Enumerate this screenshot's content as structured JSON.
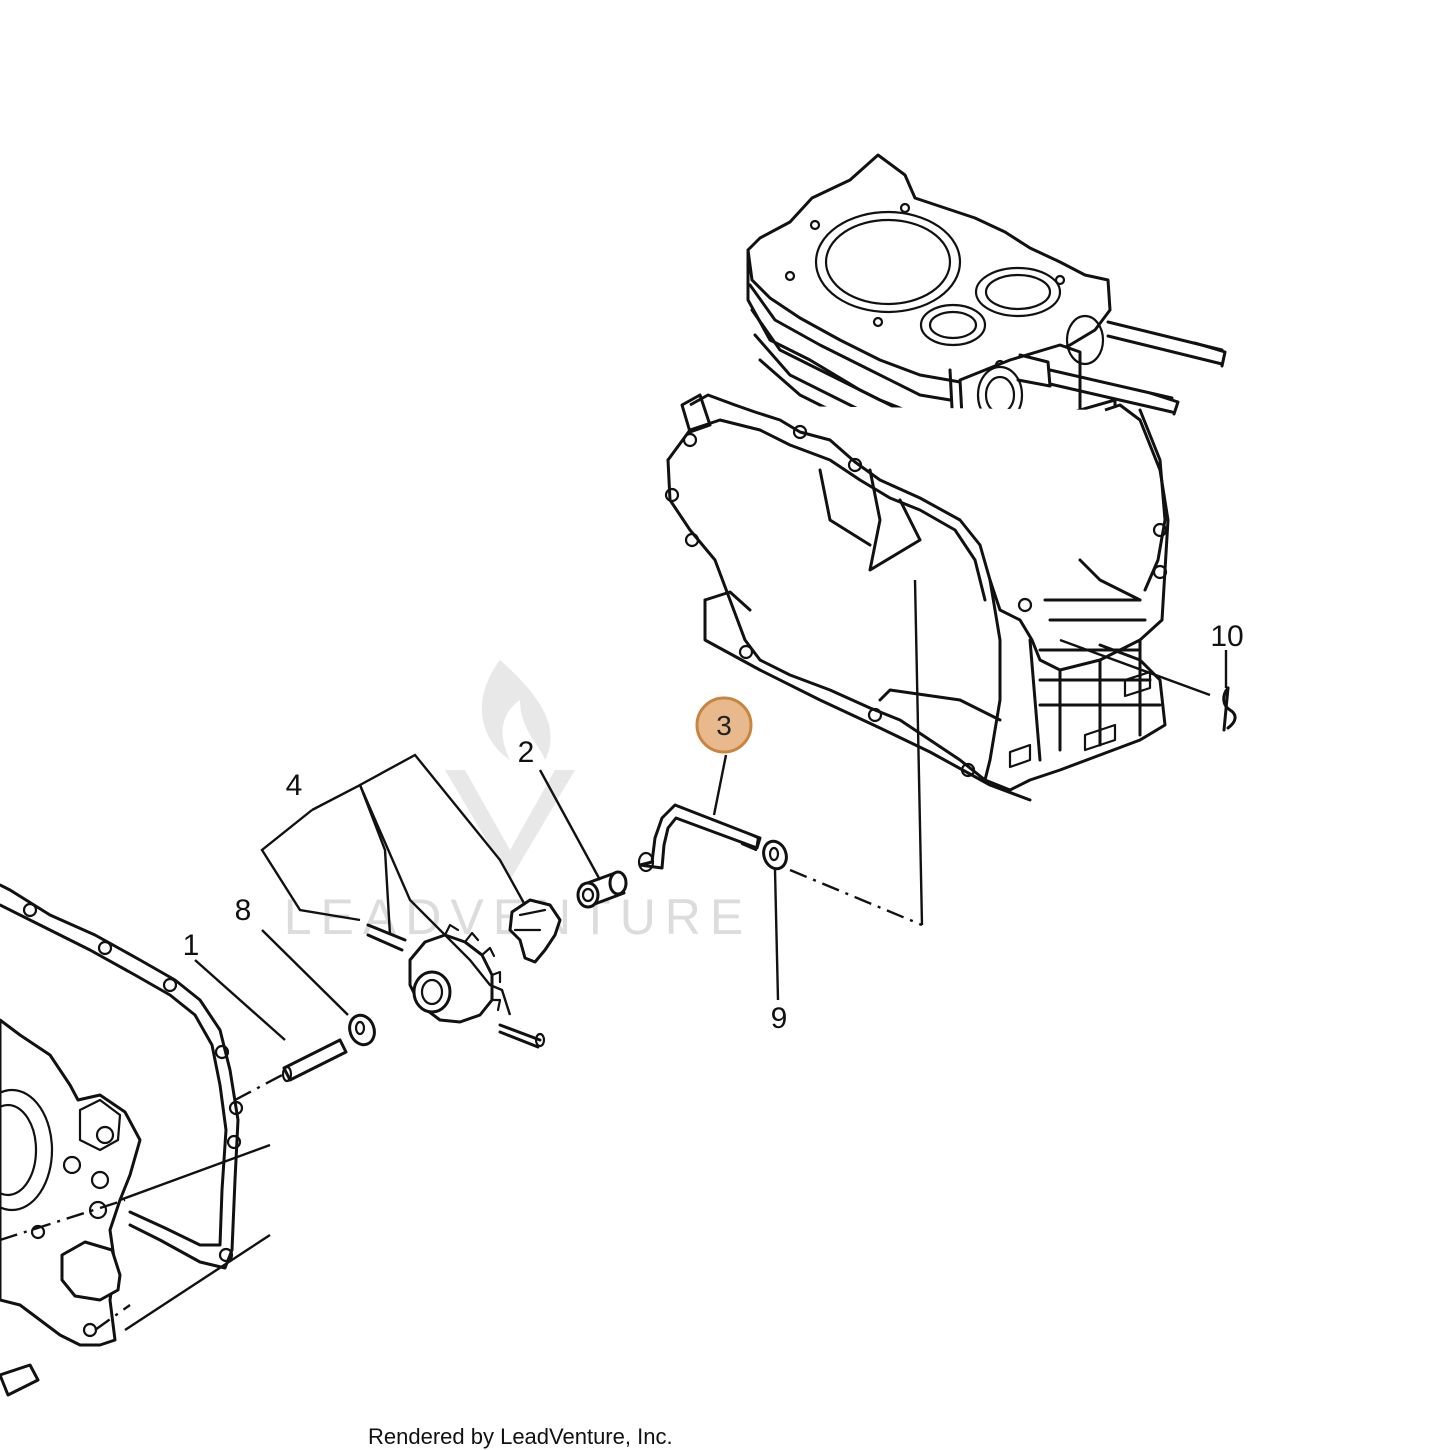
{
  "diagram": {
    "callouts": {
      "c1": "1",
      "c2": "2",
      "c3": "3",
      "c4": "4",
      "c8": "8",
      "c9": "9",
      "c10": "10"
    },
    "highlight_color": "#e8b98d",
    "highlight_stroke": "#c9853f",
    "watermark": "LEADVENTURE"
  },
  "footer": {
    "credit": "Rendered by LeadVenture, Inc."
  }
}
